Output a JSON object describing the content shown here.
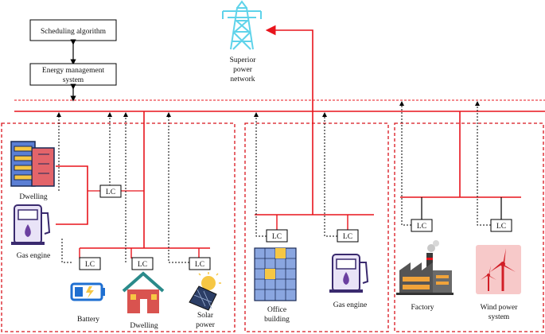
{
  "boxes": {
    "scheduling": "Scheduling algorithm",
    "ems_line1": "Energy management",
    "ems_line2": "system"
  },
  "superior": {
    "line1": "Superior",
    "line2": "power",
    "line3": "network"
  },
  "lc_label": "LC",
  "left": {
    "dwelling_top": "Dwelling",
    "gas_engine": "Gas engine",
    "battery": "Battery",
    "dwelling_bottom": "Dwelling",
    "solar_line1": "Solar",
    "solar_line2": "power"
  },
  "middle": {
    "office_line1": "Office",
    "office_line2": "building",
    "gas_engine": "Gas engine"
  },
  "right": {
    "factory": "Factory",
    "wind_line1": "Wind power",
    "wind_line2": "system"
  },
  "colors": {
    "power_line": "#e8141c",
    "comm_line": "#000000",
    "region_border": "#d8141c",
    "tower": "#5fd3ea"
  }
}
